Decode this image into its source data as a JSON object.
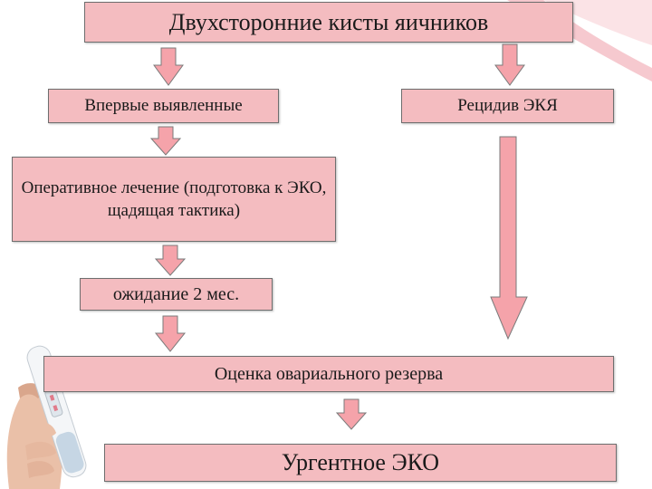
{
  "diagram": {
    "title": "Двухсторонние кисты яичников",
    "first_detected": "Впервые выявленные",
    "relapse": "Рецидив ЭКЯ",
    "surgery": "Оперативное лечение (подготовка к ЭКО, щадящая тактика)",
    "waiting": "ожидание 2 мес.",
    "ovarian_reserve": "Оценка овариального резерва",
    "urgent_ivf": "Ургентное ЭКО"
  },
  "colors": {
    "box_fill": "#f4bcc0",
    "arrow_fill": "#f5a3aa",
    "arrow_stroke": "#7a7a7a",
    "swoosh": "#f6c9cf"
  },
  "icons": {
    "decoration": "hand-holding-pregnancy-test-icon"
  }
}
